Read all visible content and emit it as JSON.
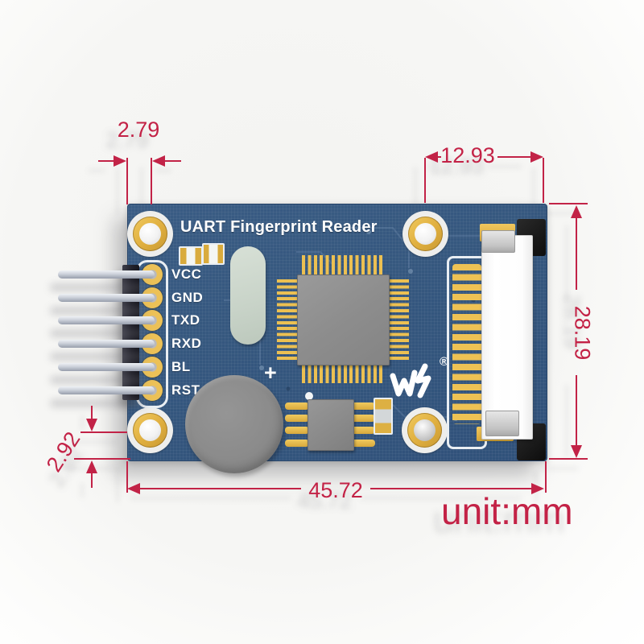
{
  "board": {
    "title": "UART Fingerprint Reader",
    "pin_labels": [
      "VCC",
      "GND",
      "TXD",
      "RXD",
      "BL",
      "RST"
    ],
    "plus_mark": "+",
    "registered_mark": "®",
    "logo_icon": "waveshare-logo-icon"
  },
  "dimensions": {
    "top_left_offset": "2.79",
    "top_right_width": "12.93",
    "board_height": "28.19",
    "bottom_left_offset": "2.92",
    "board_width": "45.72",
    "unit_label": "unit:mm"
  },
  "colors": {
    "annotation": "#c32246",
    "pcb_blue": "#35577e",
    "pad_gold": "#ecc052",
    "chip_grey": "#8d8d8d",
    "silkscreen_white": "#e9eef3"
  }
}
